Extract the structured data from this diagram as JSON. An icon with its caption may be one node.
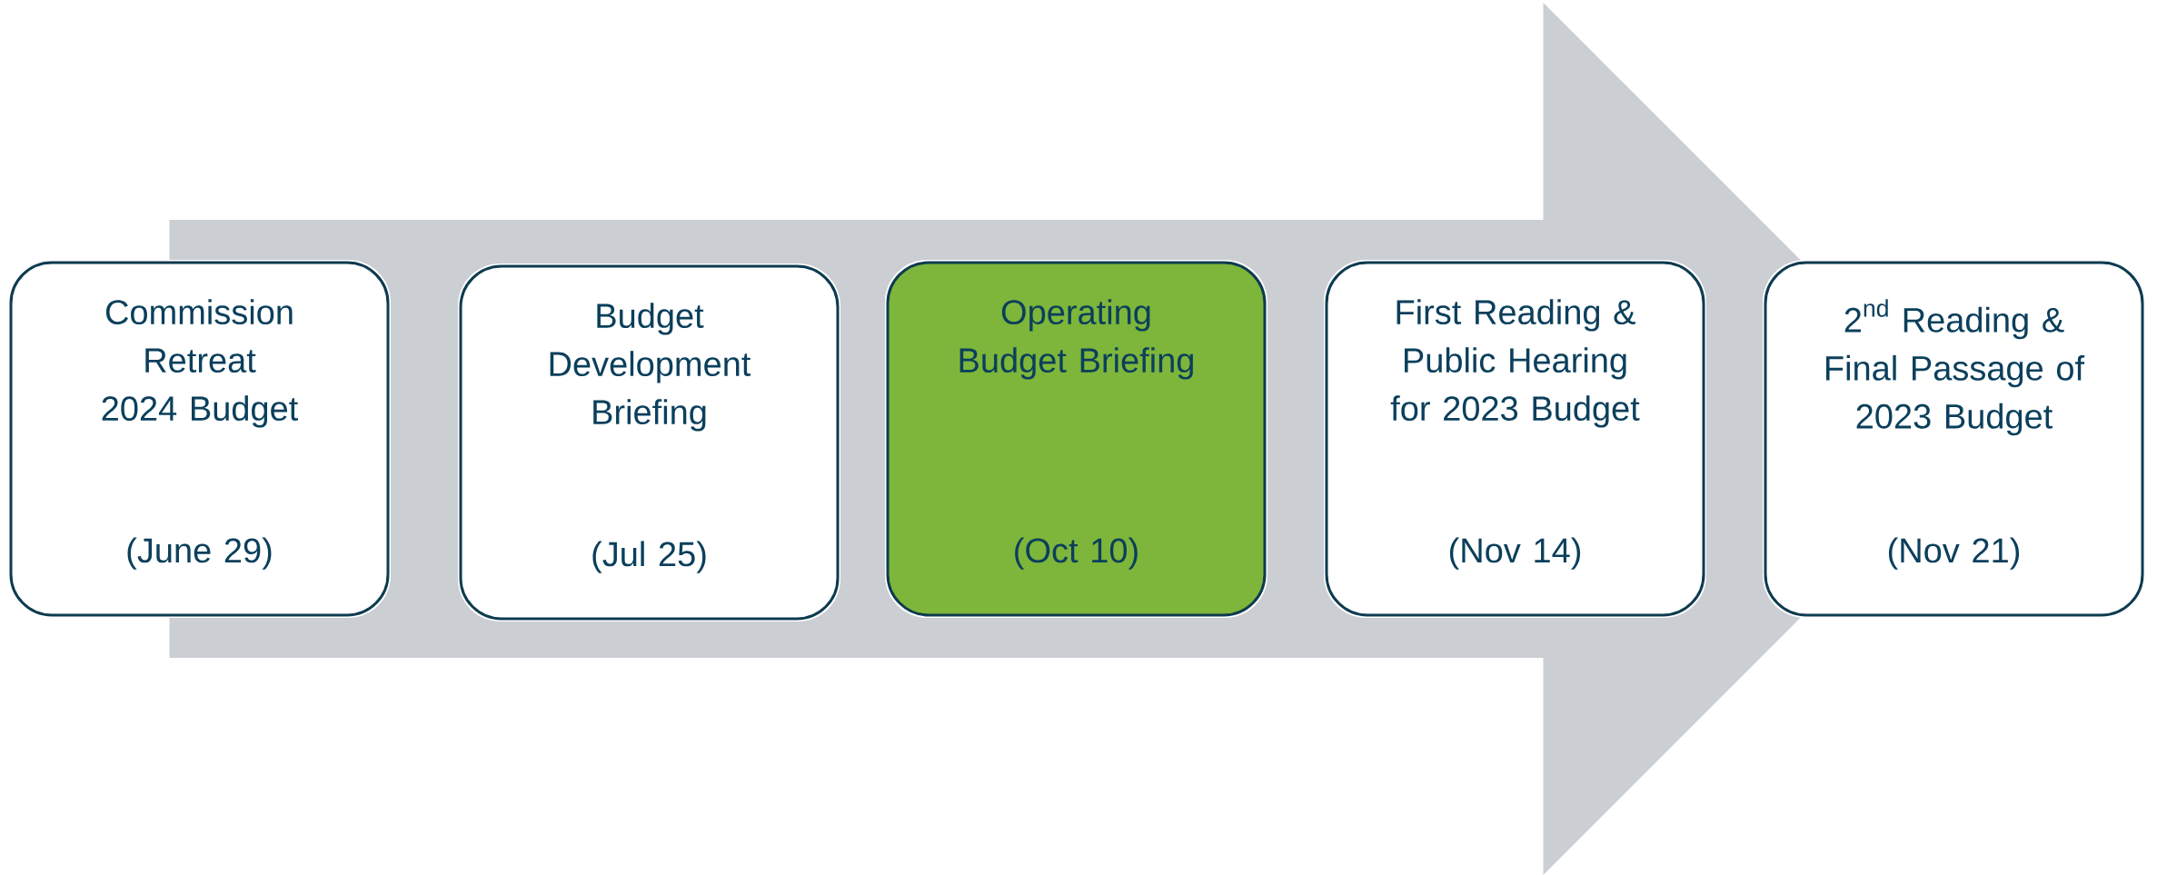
{
  "diagram": {
    "nodes": [
      {
        "text": [
          "Commission Retreat 2024 Budget",
          "(June 29)"
        ]
      },
      {
        "text": [
          "Budget Development Briefing",
          "(Jul 25)"
        ]
      },
      {
        "text": [
          "Operating Budget Briefing",
          "(Oct 10)"
        ]
      },
      {
        "text": [
          "First Reading & Public Hearing for 2023 Budget",
          "(Nov 14)"
        ]
      },
      {
        "text": [
          "\\text{2}^{\\text{nd}}\\ \\text{Reading \\&}\\allowbreak\\ \\text{Final Passage of}\\allowbreak\\ \\text{2023 Budget}",
          "(Nov 21)"
        ]
      }
    ],
    "edges": [
      {
        "from": 0,
        "to": 4,
        "arrow": "to"
      }
    ]
  }
}
